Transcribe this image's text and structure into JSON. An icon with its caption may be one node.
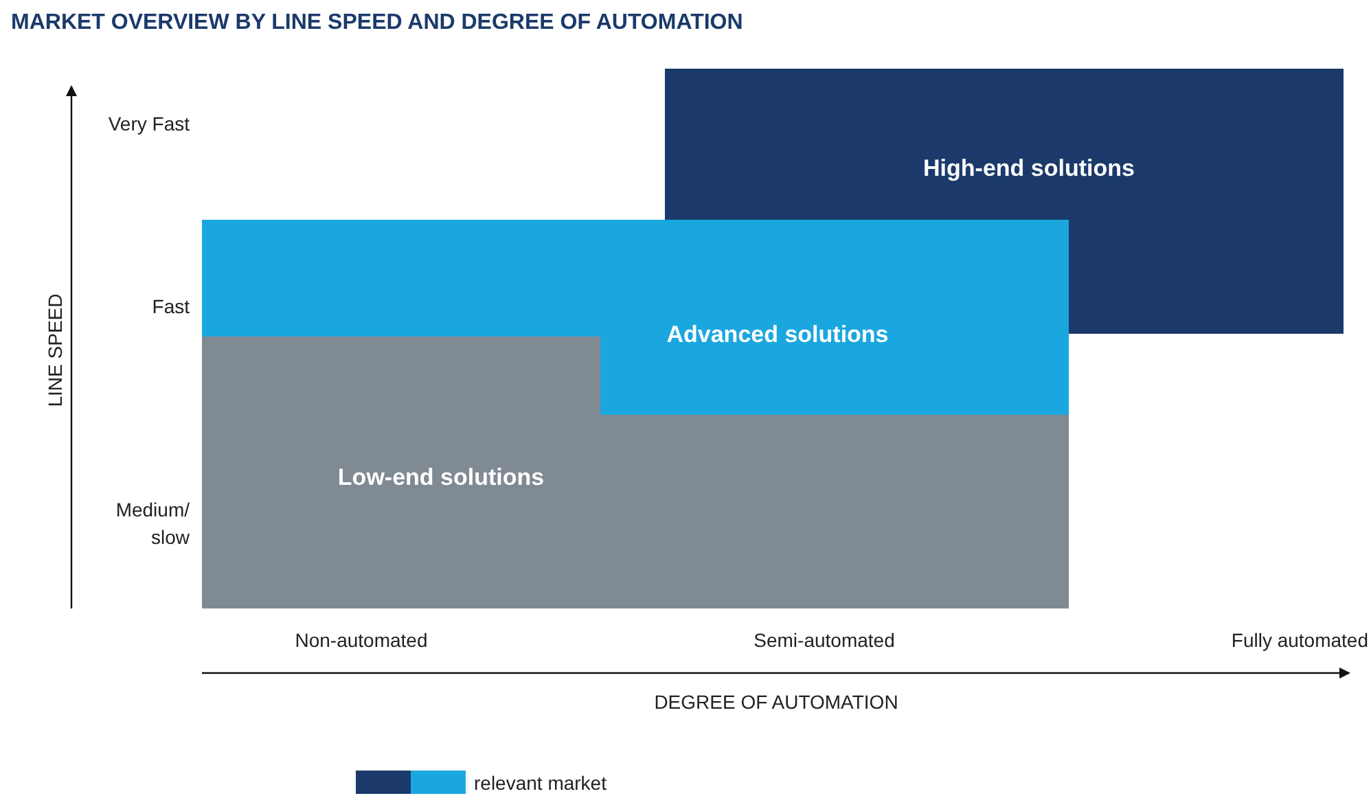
{
  "diagram": {
    "title": "MARKET OVERVIEW BY LINE SPEED AND DEGREE OF AUTOMATION",
    "nodes": [
      {
        "text": [
          "High-end solutions"
        ]
      },
      {
        "text": [
          "Advanced solutions"
        ]
      },
      {
        "text": [
          "Low-end solutions"
        ]
      }
    ],
    "labels": [
      "LINE SPEED",
      "Very Fast",
      "Fast",
      "Medium/ slow",
      "Non-automated",
      "Semi-automated",
      "Fully automated",
      "DEGREE OF AUTOMATION"
    ],
    "legend": [
      {
        "text": "relevant market",
        "color": "#1b3a6b"
      }
    ]
  }
}
